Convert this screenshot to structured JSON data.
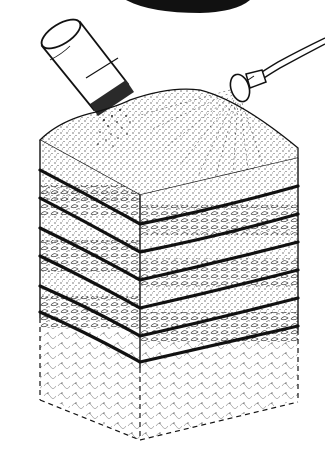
{
  "illustration": {
    "ink_color": "#1a1a1a",
    "paper_color": "#ffffff",
    "layer_colors": [
      "#f6f6f6",
      "#d9d9d9",
      "#bcbcbc",
      "#8f8f8f",
      "#3a3a3a"
    ],
    "objects": [
      "tipping-jar",
      "falling-grains",
      "garden-hose",
      "spray-nozzle",
      "water-spray",
      "layered-soil-block",
      "loose-subsoil-base"
    ],
    "layer_count": 5
  }
}
